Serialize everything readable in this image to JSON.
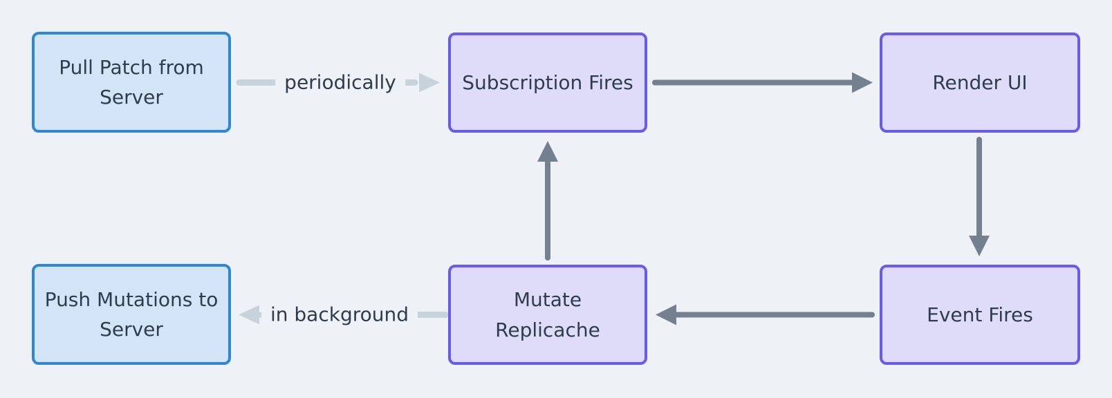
{
  "diagram": {
    "nodes": [
      {
        "id": "pull-patch",
        "label": "Pull Patch from Server",
        "variant": "blue"
      },
      {
        "id": "subscription-fires",
        "label": "Subscription Fires",
        "variant": "purple"
      },
      {
        "id": "render-ui",
        "label": "Render UI",
        "variant": "purple"
      },
      {
        "id": "event-fires",
        "label": "Event Fires",
        "variant": "purple"
      },
      {
        "id": "mutate-replicache",
        "label": "Mutate Replicache",
        "variant": "purple"
      },
      {
        "id": "push-mutations",
        "label": "Push Mutations to Server",
        "variant": "blue"
      }
    ],
    "edges": [
      {
        "from": "pull-patch",
        "to": "subscription-fires",
        "label": "periodically",
        "style": "light"
      },
      {
        "from": "subscription-fires",
        "to": "render-ui",
        "label": "",
        "style": "dark"
      },
      {
        "from": "render-ui",
        "to": "event-fires",
        "label": "",
        "style": "dark"
      },
      {
        "from": "event-fires",
        "to": "mutate-replicache",
        "label": "",
        "style": "dark"
      },
      {
        "from": "mutate-replicache",
        "to": "subscription-fires",
        "label": "",
        "style": "dark"
      },
      {
        "from": "mutate-replicache",
        "to": "push-mutations",
        "label": "in background",
        "style": "light"
      }
    ],
    "colors": {
      "background": "#eef1f5",
      "blue_node_fill": "#d3e4f6",
      "blue_node_border": "#2f87d4",
      "purple_node_fill": "#dfdcf9",
      "purple_node_border": "#6a5aef",
      "text": "#2e3c4e",
      "dark_arrow": "#73808f",
      "light_arrow": "#c7d2da"
    }
  }
}
